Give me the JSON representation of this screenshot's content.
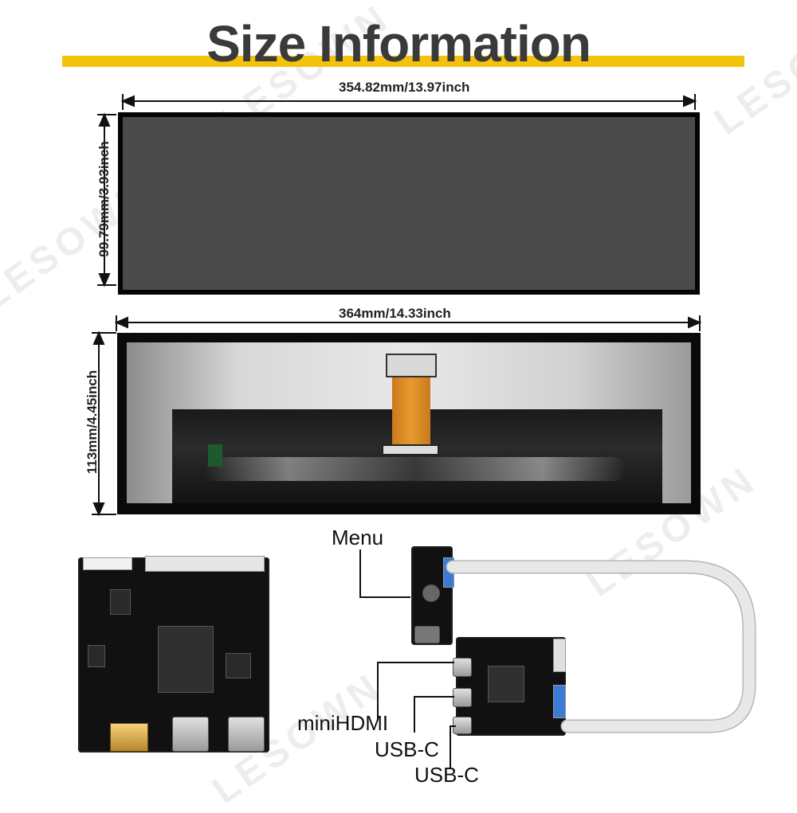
{
  "title": "Size Information",
  "watermark": "LESOWN",
  "panel_front": {
    "width_label": "354.82mm/13.97inch",
    "height_label": "99.79mm/3.93inch"
  },
  "panel_back": {
    "width_label": "364mm/14.33inch",
    "height_label": "113mm/4.45inch"
  },
  "board_labels": {
    "menu": "Menu",
    "mini_hdmi": "miniHDMI",
    "usb_c_1": "USB-C",
    "usb_c_2": "USB-C"
  },
  "colors": {
    "accent_bar": "#f4c20d",
    "title_text": "#3a3a3a",
    "panel_glass": "#4a4a4a",
    "fpc_orange": "#e89a30"
  },
  "icons": [
    "dimension-arrow-icon",
    "pcb-board-icon",
    "ribbon-cable-icon"
  ]
}
